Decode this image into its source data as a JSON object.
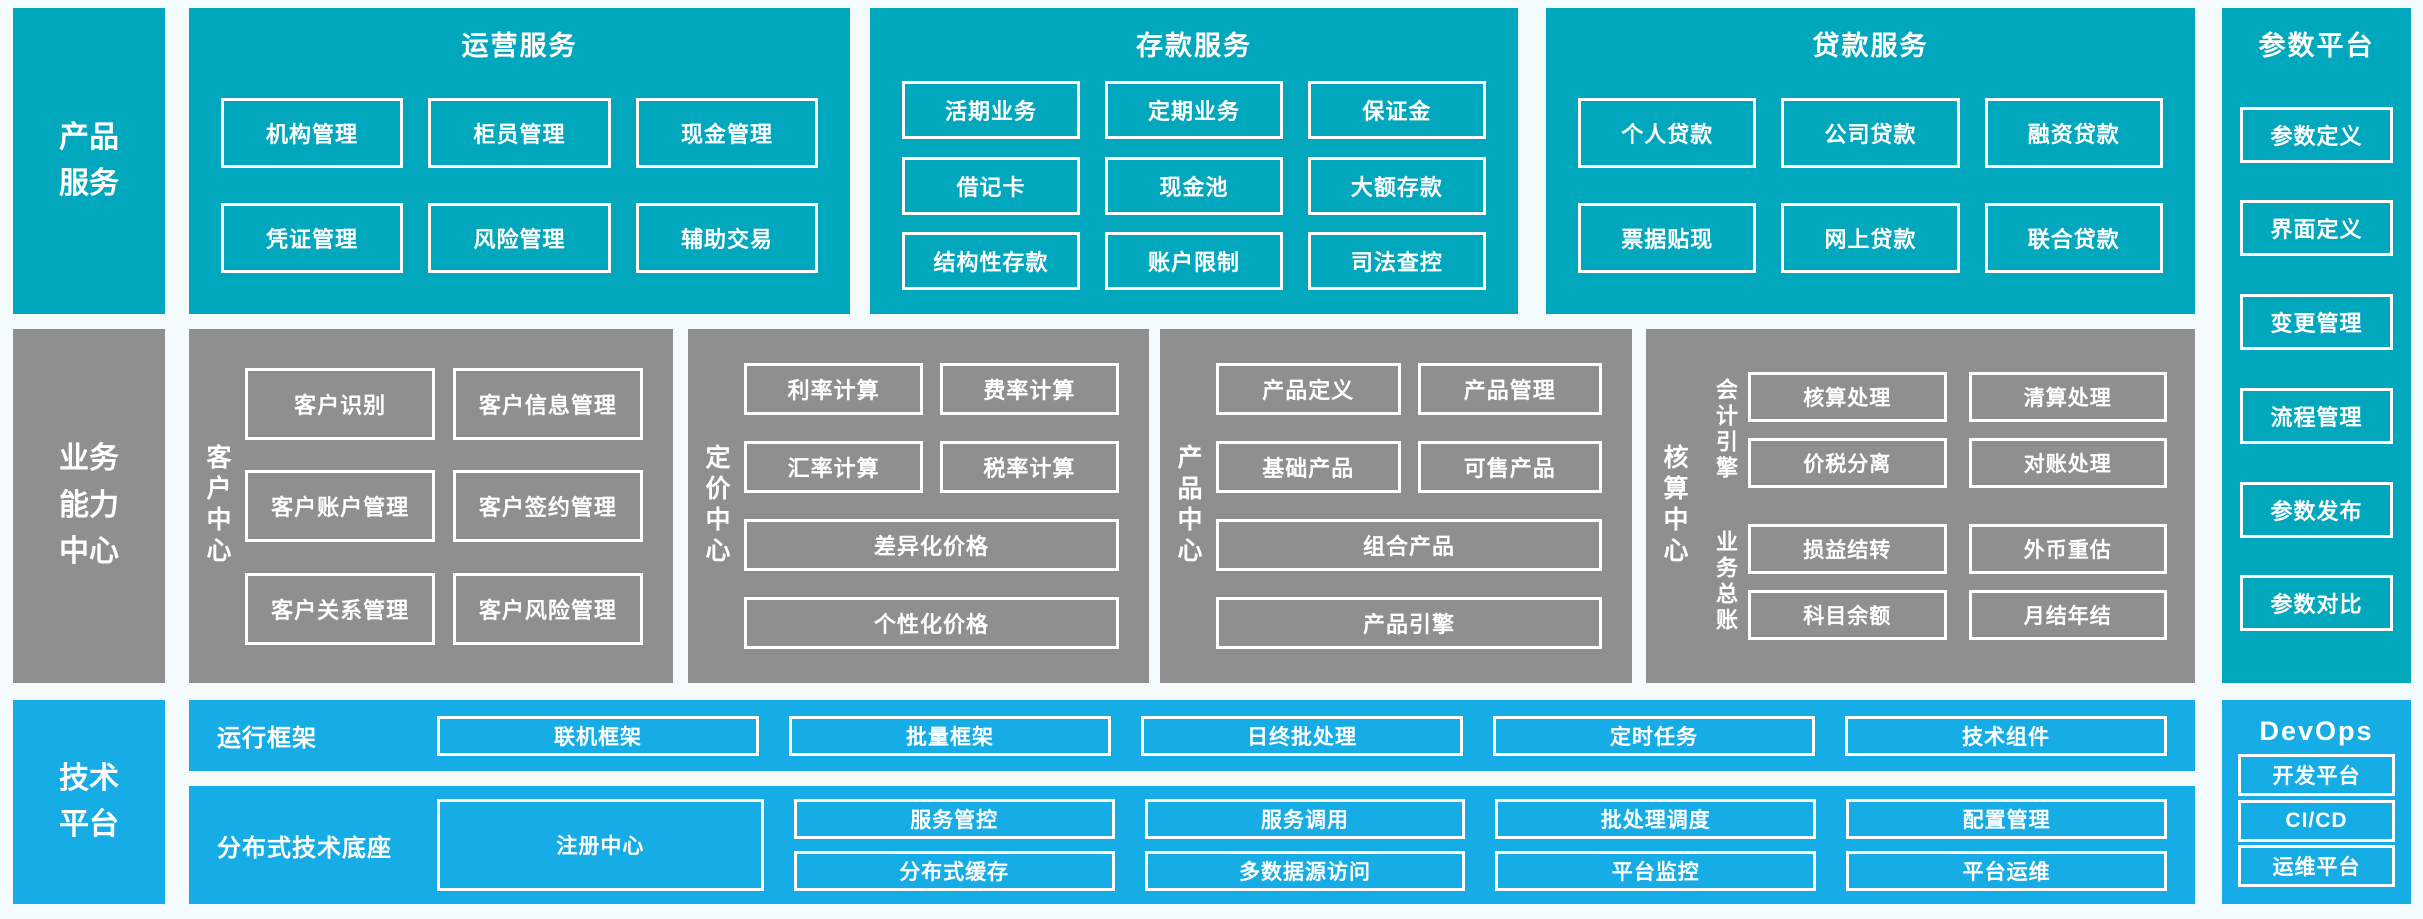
{
  "colors": {
    "teal": "#00a7bd",
    "gray": "#8f8f8f",
    "blue": "#16ace6",
    "background": "#f4fbfd",
    "text": "#ffffff"
  },
  "left_labels": {
    "product": "产品\n服务",
    "business": "业务\n能力\n中心",
    "tech": "技术\n平台"
  },
  "sections": {
    "operations": {
      "title": "运营服务",
      "items": [
        "机构管理",
        "柜员管理",
        "现金管理",
        "凭证管理",
        "风险管理",
        "辅助交易"
      ]
    },
    "deposits": {
      "title": "存款服务",
      "items": [
        "活期业务",
        "定期业务",
        "保证金",
        "借记卡",
        "现金池",
        "大额存款",
        "结构性存款",
        "账户限制",
        "司法查控"
      ]
    },
    "loans": {
      "title": "贷款服务",
      "items": [
        "个人贷款",
        "公司贷款",
        "融资贷款",
        "票据贴现",
        "网上贷款",
        "联合贷款"
      ]
    }
  },
  "param_platform": {
    "title": "参数平台",
    "items": [
      "参数定义",
      "界面定义",
      "变更管理",
      "流程管理",
      "参数发布",
      "参数对比"
    ]
  },
  "centers": {
    "customer": {
      "label": "客户中心",
      "items": [
        "客户识别",
        "客户信息管理",
        "客户账户管理",
        "客户签约管理",
        "客户关系管理",
        "客户风险管理"
      ]
    },
    "pricing": {
      "label": "定价中心",
      "items": [
        "利率计算",
        "费率计算",
        "汇率计算",
        "税率计算"
      ],
      "wide": [
        "差异化价格",
        "个性化价格"
      ]
    },
    "product": {
      "label": "产品中心",
      "items": [
        "产品定义",
        "产品管理",
        "基础产品",
        "可售产品"
      ],
      "wide": [
        "组合产品",
        "产品引擎"
      ]
    },
    "accounting": {
      "label": "核算中心",
      "groups": [
        {
          "label": "会计引擎",
          "items": [
            "核算处理",
            "清算处理",
            "价税分离",
            "对账处理"
          ]
        },
        {
          "label": "业务总账",
          "items": [
            "损益结转",
            "外币重估",
            "科目余额",
            "月结年结"
          ]
        }
      ]
    }
  },
  "tech": {
    "runtime": {
      "label": "运行框架",
      "items": [
        "联机框架",
        "批量框架",
        "日终批处理",
        "定时任务",
        "技术组件"
      ]
    },
    "distributed": {
      "label": "分布式技术底座",
      "registry": "注册中心",
      "row1": [
        "服务管控",
        "服务调用",
        "批处理调度",
        "配置管理"
      ],
      "row2": [
        "分布式缓存",
        "多数据源访问",
        "平台监控",
        "平台运维"
      ]
    },
    "devops": {
      "title": "DevOps",
      "items": [
        "开发平台",
        "CI/CD",
        "运维平台"
      ]
    }
  }
}
